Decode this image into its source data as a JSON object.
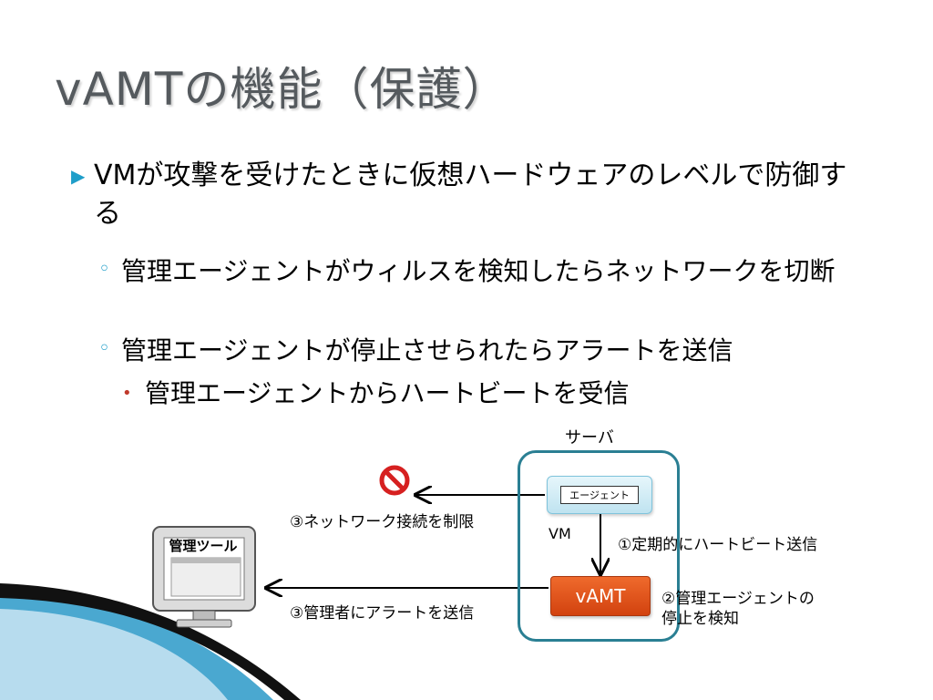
{
  "title": "vAMTの機能（保護）",
  "bullets": {
    "b1": "VMが攻撃を受けたときに仮想ハードウェアのレベルで防御する",
    "b2": "管理エージェントがウィルスを検知したらネットワークを切断",
    "b3": "管理エージェントが停止させられたらアラートを送信",
    "b4": "管理エージェントからハートビートを受信"
  },
  "diagram": {
    "server_label": "サーバ",
    "agent_label": "エージェント",
    "vm_label": "VM",
    "vamt_label": "vAMT",
    "tool_label": "管理ツール",
    "step1": "①定期的にハートビート送信",
    "step2_line1": "②管理エージェントの",
    "step2_line2": "停止を検知",
    "step3_network": "③ネットワーク接続を制限",
    "step3_alert": "③管理者にアラートを送信"
  },
  "colors": {
    "accent": "#1f9ec9",
    "server_border": "#2a7f93",
    "vamt_fill": "#e0531a",
    "prohibit": "#d62020"
  },
  "icons": {
    "network": "prohibited-icon",
    "tool": "monitor-icon"
  }
}
